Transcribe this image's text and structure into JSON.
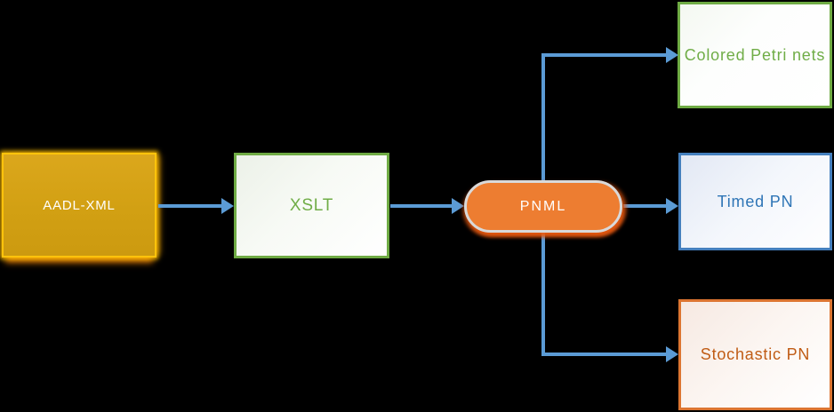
{
  "diagram": {
    "background": "#000000",
    "connector_color": "#5B9BD5",
    "nodes": {
      "aadl": {
        "label": "AADL-XML",
        "shape": "rectangle",
        "fill": "#D2A013",
        "glow": "#FFC30B",
        "text_color": "#FFFFFF"
      },
      "xslt": {
        "label": "XSLT",
        "shape": "rectangle",
        "border": "#6FAB44",
        "text_color": "#70AD47"
      },
      "pnml": {
        "label": "PNML",
        "shape": "stadium",
        "fill": "#ED7D31",
        "border": "#D9D9D9",
        "glow": "#EA5A11",
        "text_color": "#FFFFFF"
      },
      "colored": {
        "label": "Colored Petri nets",
        "shape": "rectangle",
        "border": "#6FAB44",
        "text_color": "#70AD47"
      },
      "timed": {
        "label": "Timed PN",
        "shape": "rectangle",
        "border": "#4580BE",
        "text_color": "#2E75B6"
      },
      "stochastic": {
        "label": "Stochastic PN",
        "shape": "rectangle",
        "border": "#DC7531",
        "text_color": "#C05C15"
      }
    },
    "edges": [
      {
        "from": "AADL-XML",
        "to": "XSLT",
        "style": "straight-arrow"
      },
      {
        "from": "XSLT",
        "to": "PNML",
        "style": "straight-arrow"
      },
      {
        "from": "PNML",
        "to": "Colored Petri nets",
        "style": "elbow-arrow"
      },
      {
        "from": "PNML",
        "to": "Timed PN",
        "style": "straight-arrow"
      },
      {
        "from": "PNML",
        "to": "Stochastic PN",
        "style": "elbow-arrow"
      }
    ]
  }
}
